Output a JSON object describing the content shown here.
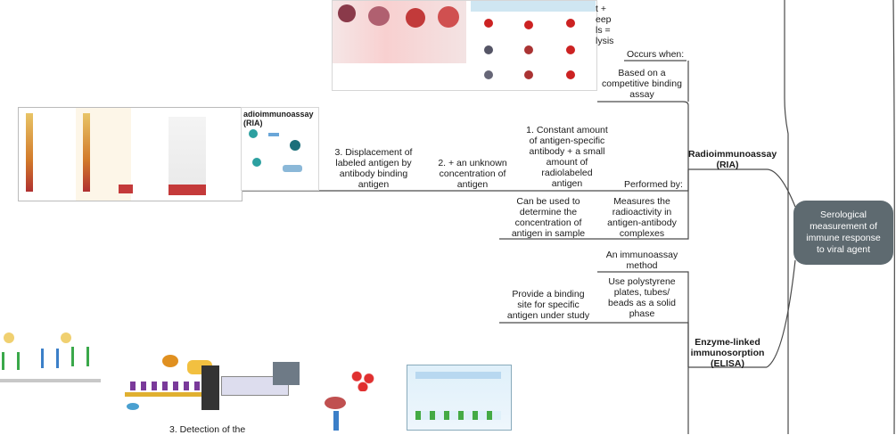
{
  "central_node": "Serological\nmeasurement of\nimmune response\nto viral agent",
  "ria": {
    "title": "Radioimmunoassay\n(RIA)",
    "based_on": "Based on a\ncompetitive binding\nassay",
    "occurs_when": "Occurs when:",
    "step1": "1. Constant amount\nof antigen-specific\nantibody + a small\namount of\nradiolabeled\nantigen",
    "step2": "2. + an unknown\nconcentration of\nantigen",
    "step3": "3. Displacement of\nlabeled antigen by\nantibody binding\nantigen",
    "performed_by": "Performed by:",
    "measures": "Measures the\nradioactivity in\nantigen-antibody\ncomplexes",
    "can_be_used": "Can be used to\ndetermine the\nconcentration of\nantigen in sample",
    "top_clipped_text": "t +\neep\nls =\nlysis"
  },
  "elisa": {
    "title": "Enzyme-linked\nimmunosorption\n(ELISA)",
    "immunoassay": "An immunoassay\nmethod",
    "polystyrene": "Use polystyrene\nplates, tubes/\nbeads as a solid\nphase",
    "binding_site": "Provide a binding\nsite for specific\nantigen under study",
    "detection": "3. Detection of the"
  },
  "colors": {
    "central_bg": "#5e6a70",
    "line": "#4a4a4a"
  }
}
